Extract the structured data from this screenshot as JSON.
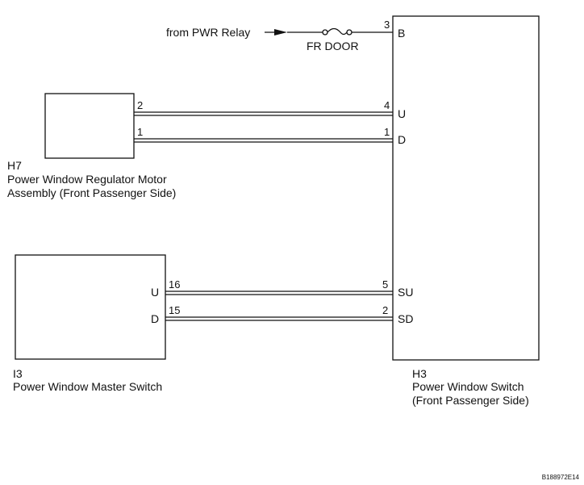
{
  "supply": {
    "source_label": "from PWR Relay",
    "fuse_label": "FR DOOR",
    "pin": "3",
    "terminal": "B"
  },
  "h7": {
    "code": "H7",
    "name_line1": "Power Window Regulator Motor",
    "name_line2": "Assembly (Front Passenger Side)",
    "pins": [
      "2",
      "1"
    ]
  },
  "i3": {
    "code": "I3",
    "name": "Power Window Master Switch",
    "terminals": [
      "U",
      "D"
    ],
    "pins": [
      "16",
      "15"
    ]
  },
  "h3": {
    "code": "H3",
    "name_line1": "Power Window Switch",
    "name_line2": "(Front Passenger Side)",
    "pins": [
      "4",
      "1",
      "5",
      "2"
    ],
    "terminals": [
      "U",
      "D",
      "SU",
      "SD"
    ]
  },
  "figure_id": "B188972E14",
  "colors": {
    "line": "#111111",
    "background": "#ffffff"
  }
}
